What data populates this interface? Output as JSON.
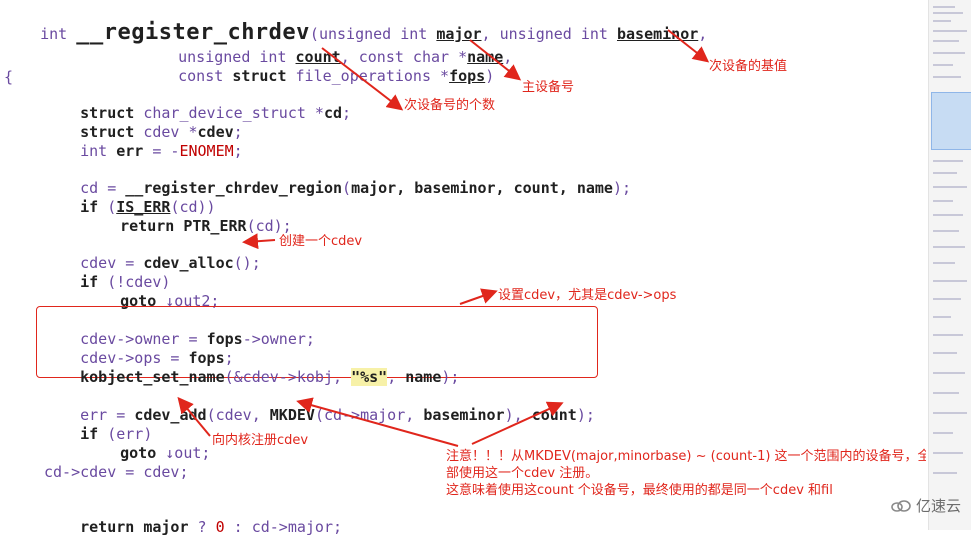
{
  "code": {
    "l1_int": "int",
    "l1_fn": "__register_chrdev",
    "l1_rest_a": "(unsigned int ",
    "l1_major": "major",
    "l1_rest_b": ", unsigned int ",
    "l1_baseminor": "baseminor",
    "l1_rest_c": ",",
    "l2_a": "unsigned int ",
    "l2_count": "count",
    "l2_b": ", const char *",
    "l2_name": "name",
    "l2_c": ",",
    "l3_a": "const ",
    "l3_struct": "struct",
    "l3_b": " file_operations *",
    "l3_fops": "fops",
    "l3_c": ")",
    "l4": "{",
    "l5_struct": "struct",
    "l5_b": " char_device_struct *",
    "l5_cd": "cd",
    "l5_c": ";",
    "l6_struct": "struct",
    "l6_b": " cdev *",
    "l6_cdev": "cdev",
    "l6_c": ";",
    "l7_a": "int ",
    "l7_err": "err",
    "l7_b": " = -",
    "l7_enomem": "ENOMEM",
    "l7_c": ";",
    "l8_a": "cd = ",
    "l8_fn": "__register_chrdev_region",
    "l8_b": "(",
    "l8_args": "major, baseminor, count, name",
    "l8_c": ");",
    "l9_if": "if",
    "l9_a": " (",
    "l9_mac": "IS_ERR",
    "l9_b": "(cd))",
    "l10_ret": "return",
    "l10_a": " ",
    "l10_mac": "PTR_ERR",
    "l10_b": "(cd);",
    "l11_a": "cdev = ",
    "l11_fn": "cdev_alloc",
    "l11_b": "();",
    "l12_if": "if",
    "l12_a": " (!cdev)",
    "l13_goto": "goto",
    "l13_a": " ↓out2;",
    "l14_a": "cdev->owner = ",
    "l14_fops": "fops",
    "l14_b": "->owner;",
    "l15_a": "cdev->ops = ",
    "l15_fops": "fops",
    "l15_b": ";",
    "l16_fn": "kobject_set_name",
    "l16_a": "(&cdev->kobj, ",
    "l16_str": "\"%s\"",
    "l16_b": ", ",
    "l16_name": "name",
    "l16_c": ");",
    "l17_a": "err = ",
    "l17_fn": "cdev_add",
    "l17_b": "(cdev, ",
    "l17_mac": "MKDEV",
    "l17_c": "(cd->major, ",
    "l17_base": "baseminor",
    "l17_d": "), ",
    "l17_count": "count",
    "l17_e": ");",
    "l18_if": "if",
    "l18_a": " (err)",
    "l19_goto": "goto",
    "l19_a": " ↓out;",
    "l20": "cd->cdev = cdev;",
    "l21_ret": "return",
    "l21_a": " ",
    "l21_major": "major",
    "l21_b": " ? ",
    "l21_zero": "0",
    "l21_c": " : cd->major;"
  },
  "annotations": {
    "major_num": "主设备号",
    "baseminor": "次设备的基值",
    "count": "次设备号的个数",
    "cdev_alloc": "创建一个cdev",
    "set_cdev": "设置cdev，尤其是cdev->ops",
    "cdev_add": "向内核注册cdev",
    "note": "注意！！！从MKDEV(major,minorbase) ~ (count-1) 这一个范围内的设备号，全\n部使用这一个cdev 注册。\n这意味着使用这count 个设备号，最终使用的都是同一个cdev 和fil"
  },
  "watermark": {
    "text": "亿速云"
  },
  "colors": {
    "annotation": "#e0261c",
    "type": "#6a4aa0",
    "string_bg": "#f7f1a8"
  }
}
